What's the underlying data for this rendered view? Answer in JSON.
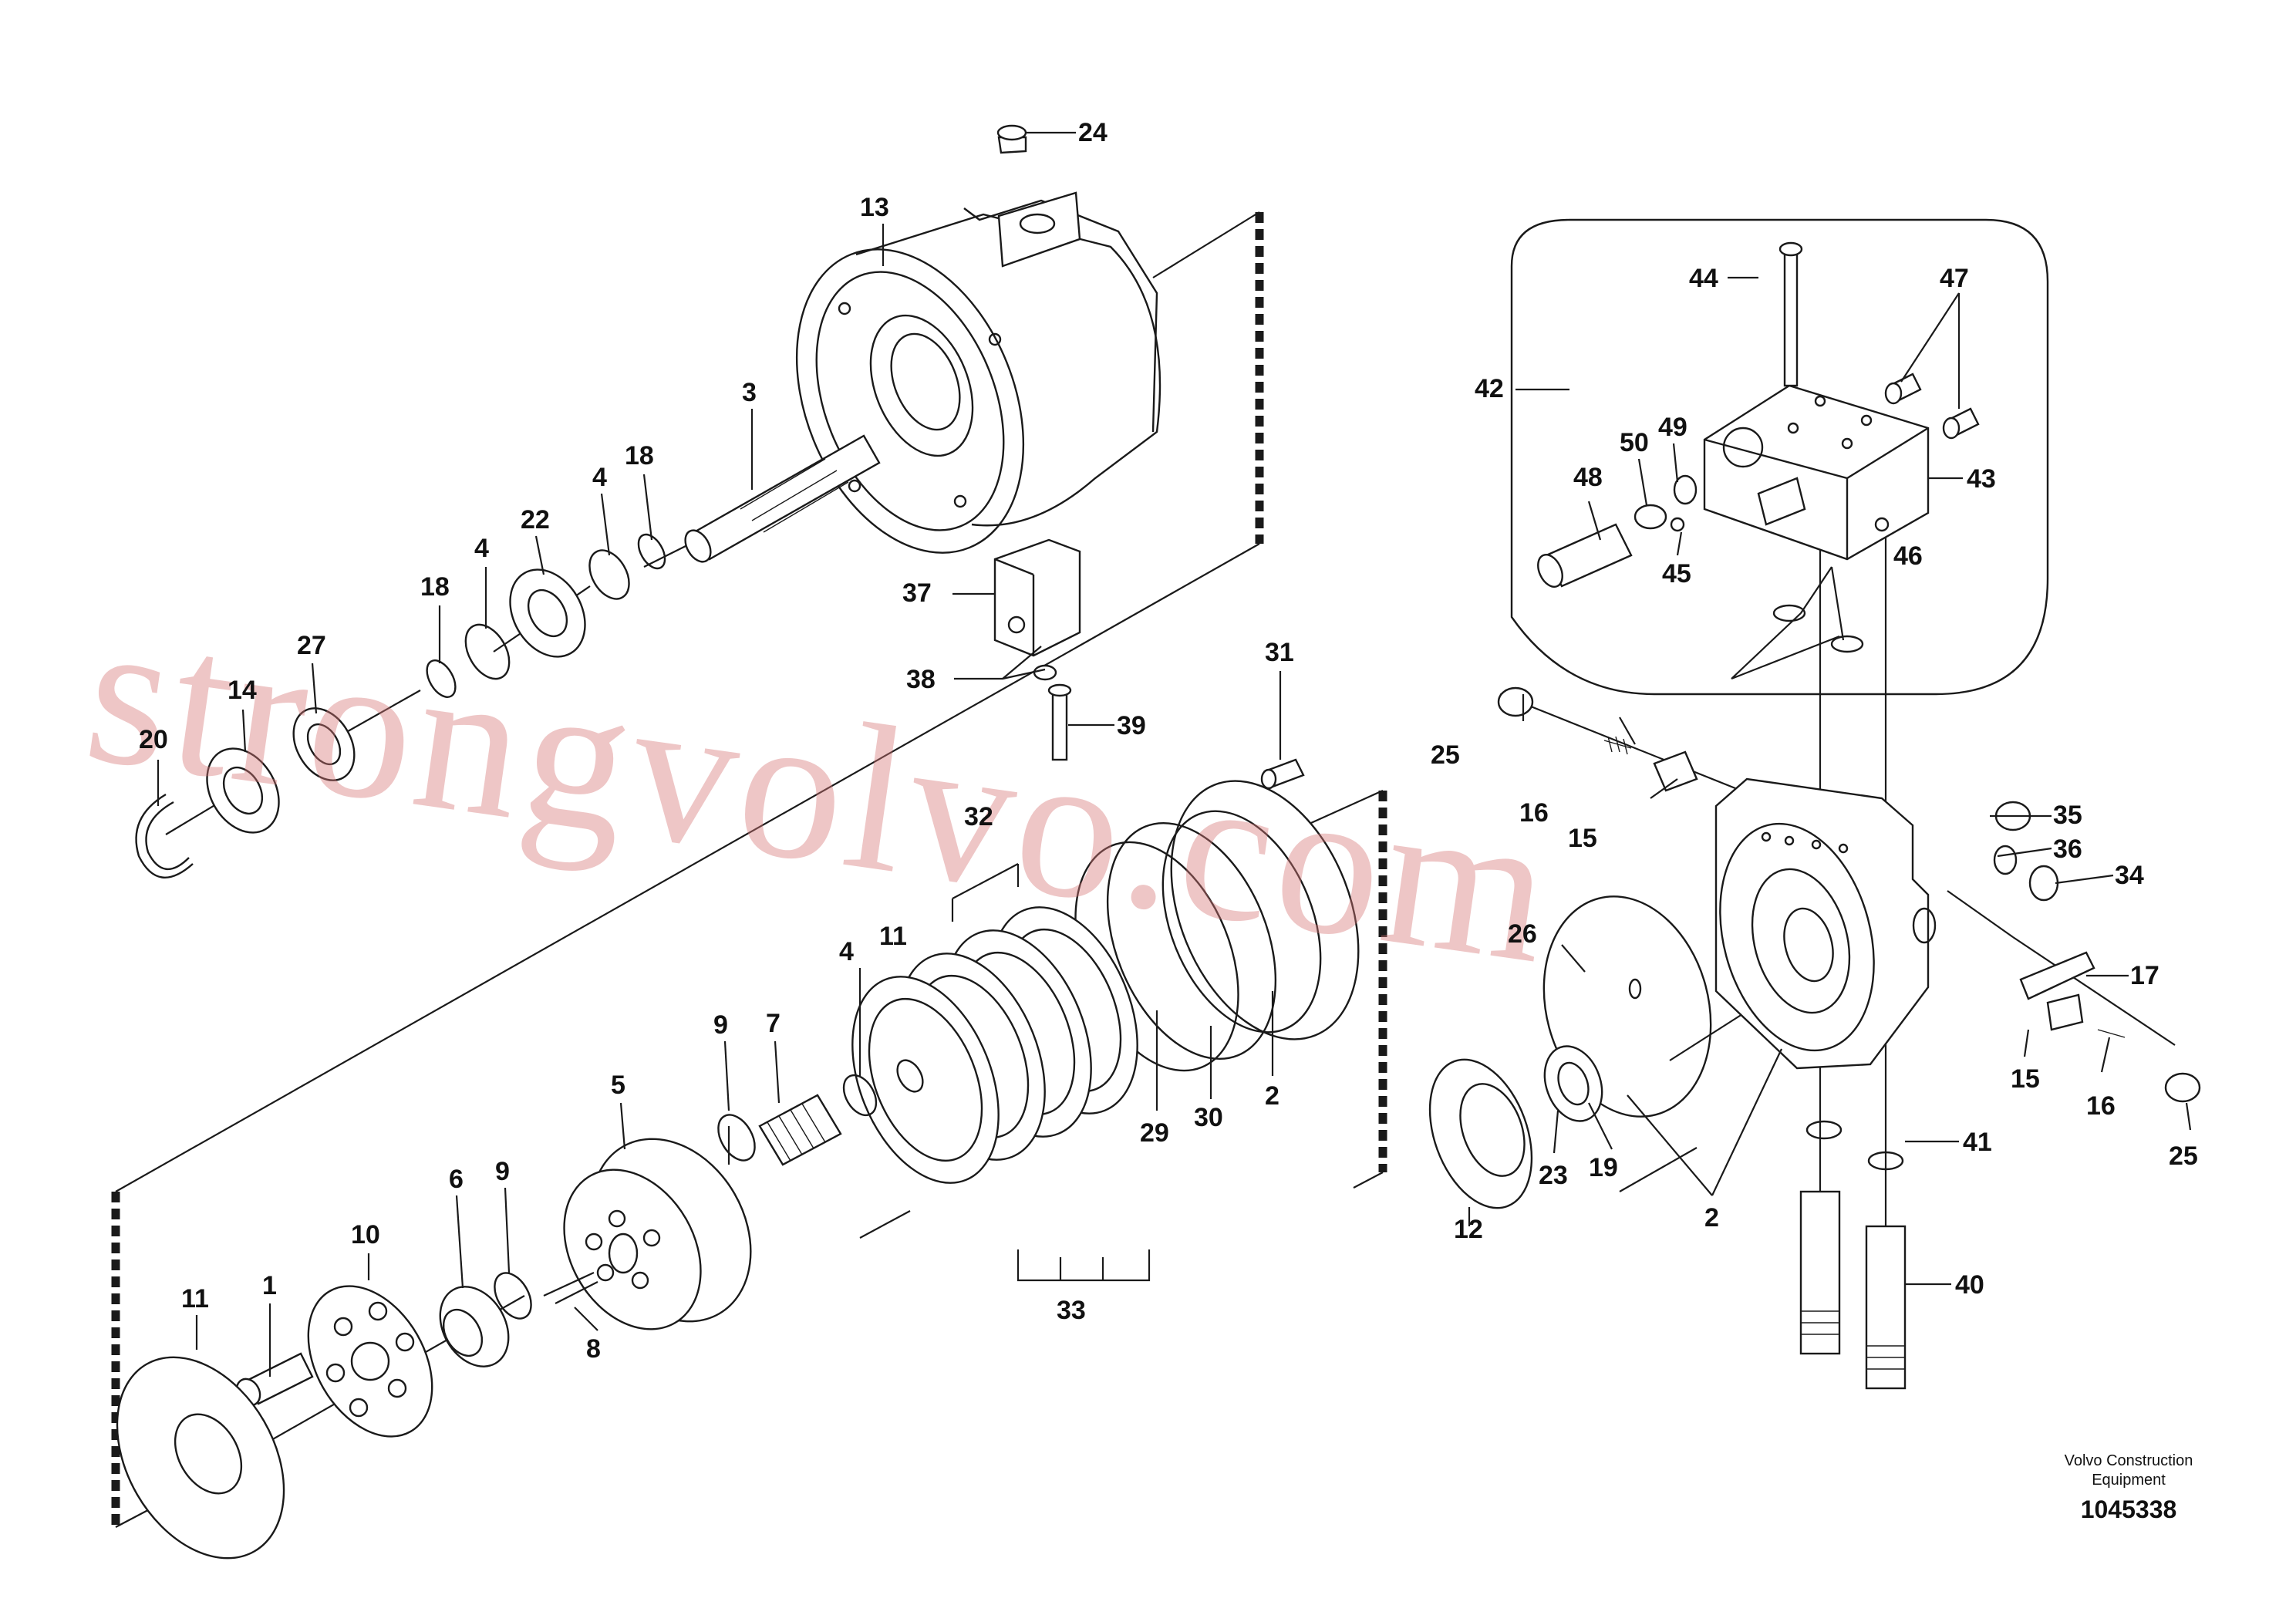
{
  "labels": [
    {
      "id": "24",
      "text": "24"
    },
    {
      "id": "13",
      "text": "13"
    },
    {
      "id": "3",
      "text": "3"
    },
    {
      "id": "4a",
      "text": "4"
    },
    {
      "id": "18a",
      "text": "18"
    },
    {
      "id": "22",
      "text": "22"
    },
    {
      "id": "18b",
      "text": "18"
    },
    {
      "id": "4b",
      "text": "4"
    },
    {
      "id": "27",
      "text": "27"
    },
    {
      "id": "14",
      "text": "14"
    },
    {
      "id": "20",
      "text": "20"
    },
    {
      "id": "37",
      "text": "37"
    },
    {
      "id": "38",
      "text": "38"
    },
    {
      "id": "39",
      "text": "39"
    },
    {
      "id": "31",
      "text": "31"
    },
    {
      "id": "32",
      "text": "32"
    },
    {
      "id": "11",
      "text": "11"
    },
    {
      "id": "4c",
      "text": "4"
    },
    {
      "id": "7",
      "text": "7"
    },
    {
      "id": "9a",
      "text": "9"
    },
    {
      "id": "5",
      "text": "5"
    },
    {
      "id": "6",
      "text": "6"
    },
    {
      "id": "9b",
      "text": "9"
    },
    {
      "id": "10",
      "text": "10"
    },
    {
      "id": "1",
      "text": "1"
    },
    {
      "id": "11b",
      "text": "11"
    },
    {
      "id": "8",
      "text": "8"
    },
    {
      "id": "33",
      "text": "33"
    },
    {
      "id": "29",
      "text": "29"
    },
    {
      "id": "30",
      "text": "30"
    },
    {
      "id": "2a",
      "text": "2"
    },
    {
      "id": "44",
      "text": "44"
    },
    {
      "id": "47",
      "text": "47"
    },
    {
      "id": "42",
      "text": "42"
    },
    {
      "id": "49",
      "text": "49"
    },
    {
      "id": "50",
      "text": "50"
    },
    {
      "id": "48",
      "text": "48"
    },
    {
      "id": "43",
      "text": "43"
    },
    {
      "id": "45",
      "text": "45"
    },
    {
      "id": "46",
      "text": "46"
    },
    {
      "id": "25a",
      "text": "25"
    },
    {
      "id": "16a",
      "text": "16"
    },
    {
      "id": "15a",
      "text": "15"
    },
    {
      "id": "35",
      "text": "35"
    },
    {
      "id": "36",
      "text": "36"
    },
    {
      "id": "34",
      "text": "34"
    },
    {
      "id": "17",
      "text": "17"
    },
    {
      "id": "26",
      "text": "26"
    },
    {
      "id": "15b",
      "text": "15"
    },
    {
      "id": "16b",
      "text": "16"
    },
    {
      "id": "25b",
      "text": "25"
    },
    {
      "id": "12",
      "text": "12"
    },
    {
      "id": "23",
      "text": "23"
    },
    {
      "id": "19",
      "text": "19"
    },
    {
      "id": "2b",
      "text": "2"
    },
    {
      "id": "41",
      "text": "41"
    },
    {
      "id": "40",
      "text": "40"
    }
  ],
  "watermark": "strongvolvo.com",
  "credit": {
    "line1": "Volvo Construction",
    "line2": "Equipment"
  },
  "drawing_number": "1045338"
}
